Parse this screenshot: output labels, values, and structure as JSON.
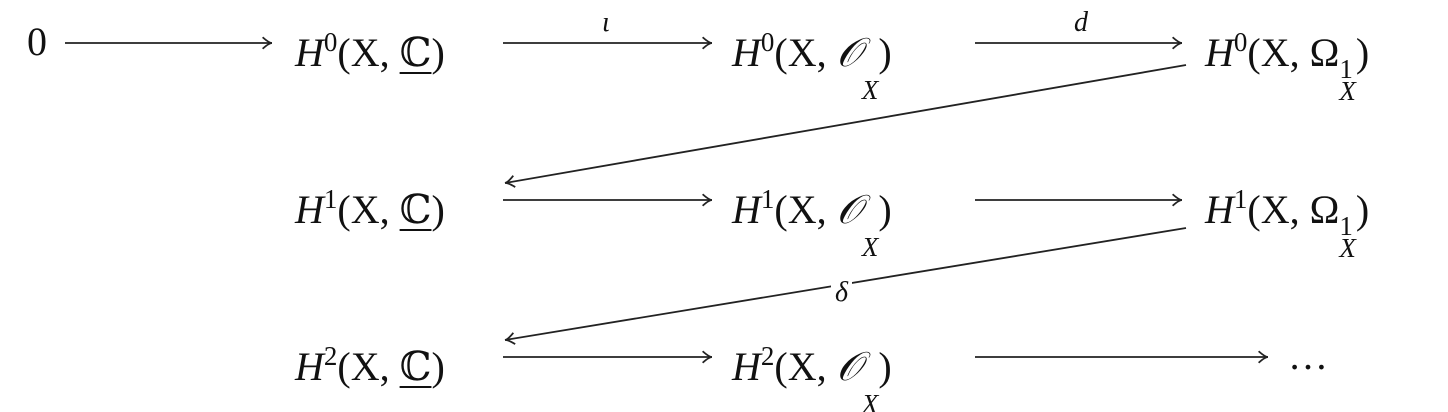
{
  "nodes": [
    {
      "id": "zero",
      "text": "0"
    },
    {
      "id": "h0-c",
      "base": "H",
      "degree": "0",
      "open": "(X, ",
      "sheaf": "ℂ",
      "underline": true,
      "sheaf_sup": "",
      "sheaf_sub": "",
      "close": ")"
    },
    {
      "id": "h0-o",
      "base": "H",
      "degree": "0",
      "open": "(X, ",
      "sheaf": "𝒪",
      "underline": false,
      "sheaf_sup": "",
      "sheaf_sub": "X",
      "close": ")"
    },
    {
      "id": "h0-omega",
      "base": "H",
      "degree": "0",
      "open": "(X, ",
      "sheaf": "Ω",
      "underline": false,
      "sheaf_sup": "1",
      "sheaf_sub": "X",
      "close": ")"
    },
    {
      "id": "h1-c",
      "base": "H",
      "degree": "1",
      "open": "(X, ",
      "sheaf": "ℂ",
      "underline": true,
      "sheaf_sup": "",
      "sheaf_sub": "",
      "close": ")"
    },
    {
      "id": "h1-o",
      "base": "H",
      "degree": "1",
      "open": "(X, ",
      "sheaf": "𝒪",
      "underline": false,
      "sheaf_sup": "",
      "sheaf_sub": "X",
      "close": ")"
    },
    {
      "id": "h1-omega",
      "base": "H",
      "degree": "1",
      "open": "(X, ",
      "sheaf": "Ω",
      "underline": false,
      "sheaf_sup": "1",
      "sheaf_sub": "X",
      "close": ")"
    },
    {
      "id": "h2-c",
      "base": "H",
      "degree": "2",
      "open": "(X, ",
      "sheaf": "ℂ",
      "underline": true,
      "sheaf_sup": "",
      "sheaf_sub": "",
      "close": ")"
    },
    {
      "id": "h2-o",
      "base": "H",
      "degree": "2",
      "open": "(X, ",
      "sheaf": "𝒪",
      "underline": false,
      "sheaf_sup": "",
      "sheaf_sub": "X",
      "close": ")"
    },
    {
      "id": "ellipsis",
      "text": "…"
    }
  ],
  "arrows": [
    {
      "from": "zero",
      "to": "h0-c",
      "label": ""
    },
    {
      "from": "h0-c",
      "to": "h0-o",
      "label": "ι"
    },
    {
      "from": "h0-o",
      "to": "h0-omega",
      "label": "d"
    },
    {
      "from": "h0-omega",
      "to": "h1-c",
      "label": ""
    },
    {
      "from": "h1-c",
      "to": "h1-o",
      "label": ""
    },
    {
      "from": "h1-o",
      "to": "h1-omega",
      "label": ""
    },
    {
      "from": "h1-omega",
      "to": "h2-c",
      "label": "δ"
    },
    {
      "from": "h2-c",
      "to": "h2-o",
      "label": ""
    },
    {
      "from": "h2-o",
      "to": "ellipsis",
      "label": ""
    }
  ]
}
